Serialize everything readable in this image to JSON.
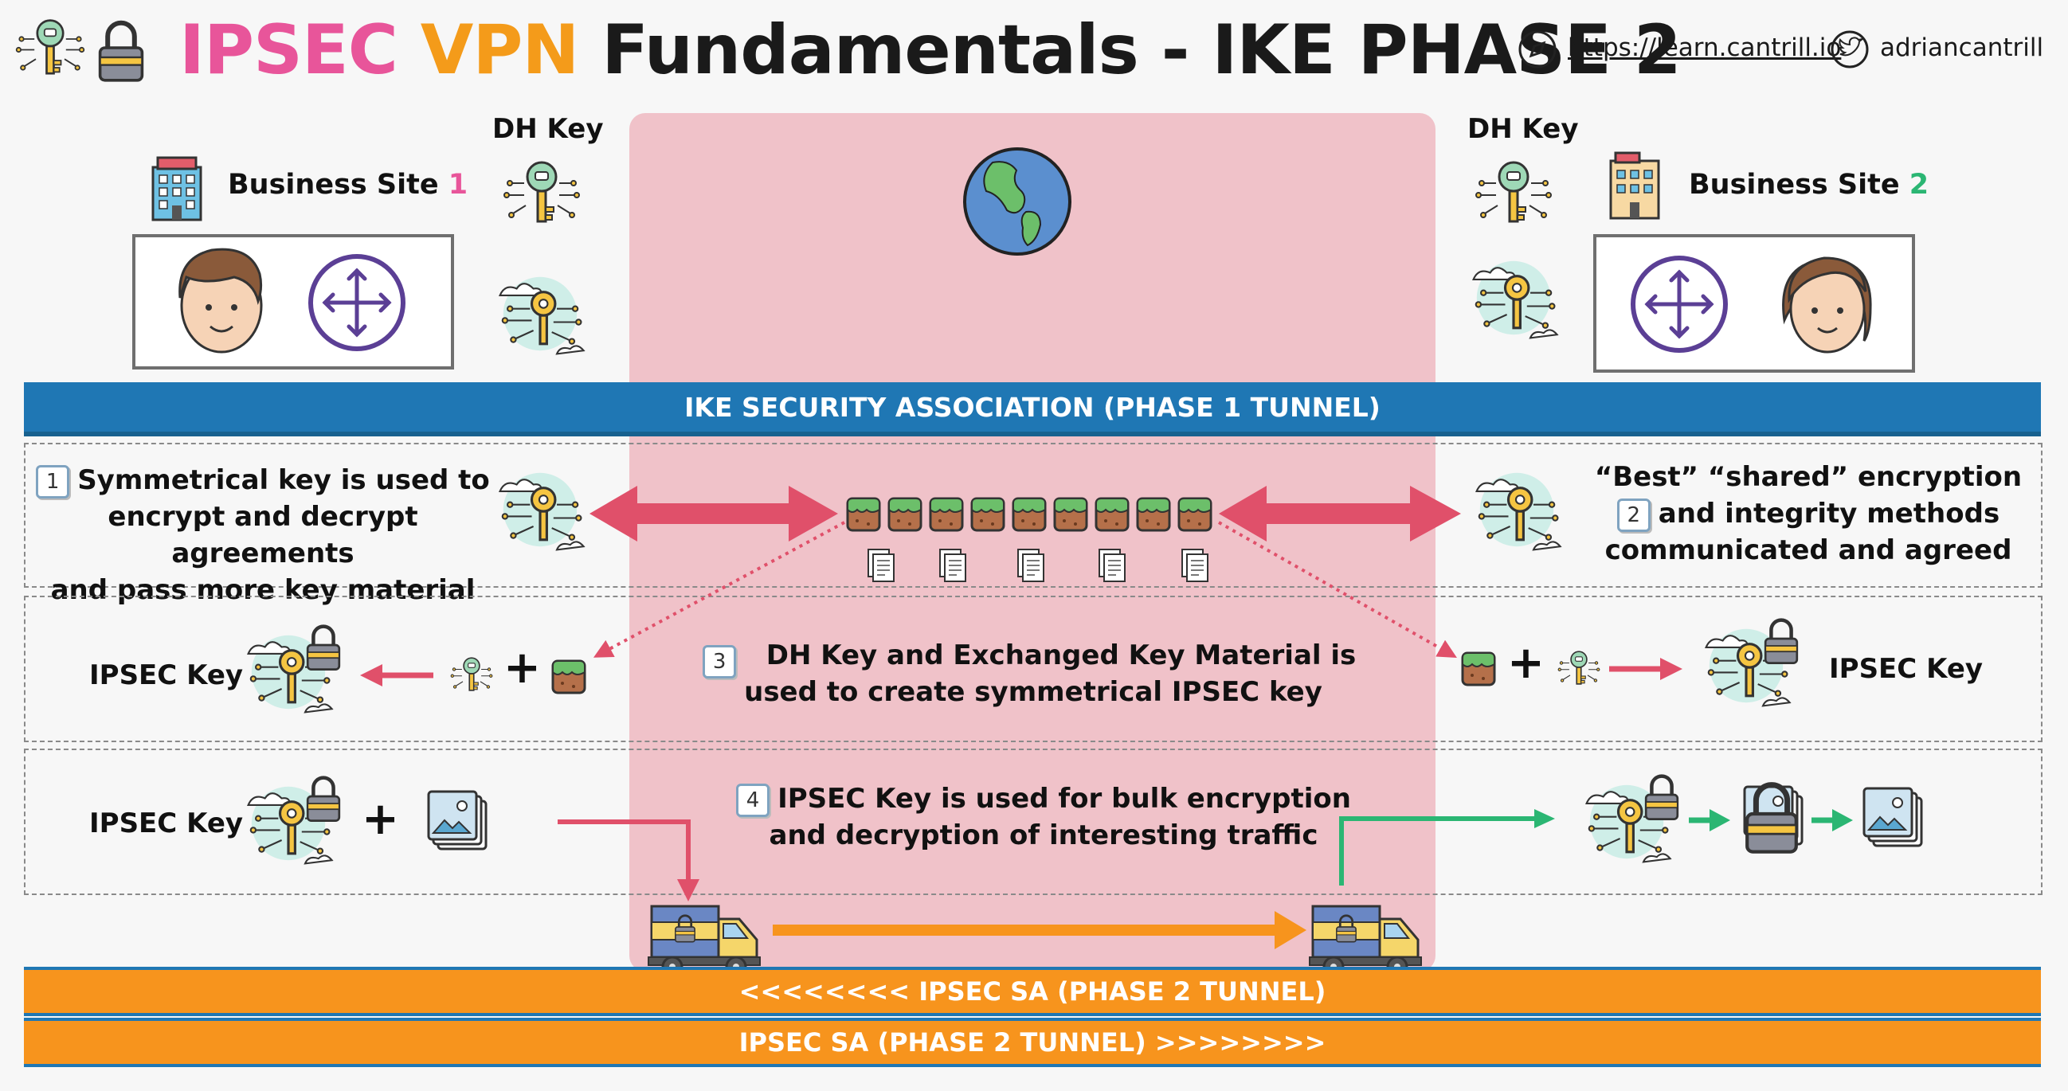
{
  "header": {
    "title_part1": "IPSEC",
    "title_part2": "VPN",
    "title_part3": "Fundamentals - IKE PHASE 2",
    "website": "https://learn.cantrill.io",
    "twitter": "adriancantrill"
  },
  "site1": {
    "label": "Business Site ",
    "number": "1",
    "dh_label": "DH Key"
  },
  "site2": {
    "label": "Business Site ",
    "number": "2",
    "dh_label": "DH Key"
  },
  "ike_bar": "IKE SECURITY ASSOCIATION (PHASE 1 TUNNEL)",
  "steps": [
    {
      "num": "1",
      "lines": [
        "Symmetrical key is used to",
        "encrypt and decrypt agreements",
        "and pass more key material"
      ]
    },
    {
      "num": "2",
      "lines": [
        "“Best” “shared” encryption",
        "and integrity methods",
        "communicated and agreed"
      ]
    },
    {
      "num": "3",
      "lines": [
        "DH Key and Exchanged Key Material is",
        "used to create symmetrical IPSEC key"
      ]
    },
    {
      "num": "4",
      "lines": [
        "IPSEC Key is used for bulk encryption",
        "and decryption of interesting traffic"
      ]
    }
  ],
  "ipsec_key_label": "IPSEC Key",
  "plus": "+",
  "ipsec_sa_left": "<<<<<<<< IPSEC SA (PHASE 2 TUNNEL)",
  "ipsec_sa_right": "IPSEC SA (PHASE 2 TUNNEL) >>>>>>>>",
  "colors": {
    "pink": "#e8559a",
    "orange": "#f49b1a",
    "green": "#2bb673",
    "blue_bar": "#1f77b4",
    "arrow_red": "#e0506a",
    "band": "#f0c2c9"
  }
}
